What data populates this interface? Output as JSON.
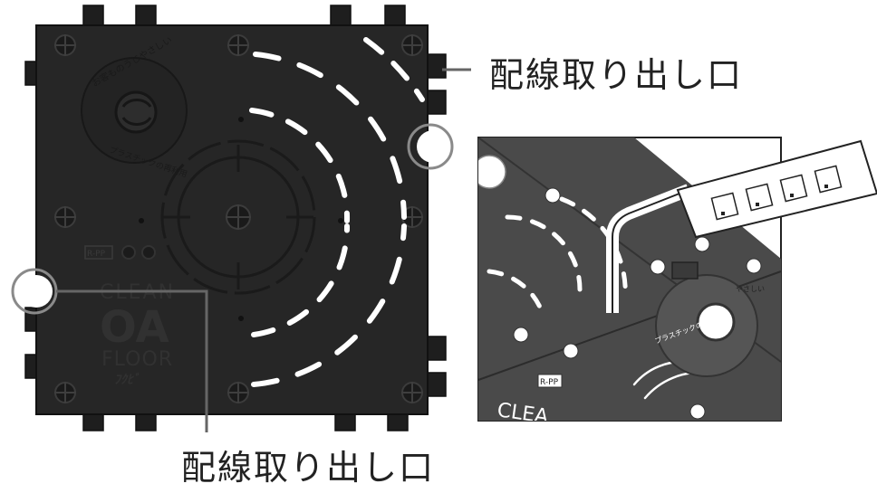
{
  "labels": {
    "right_callout": "配線取り出し口",
    "bottom_callout": "配線取り出し口"
  },
  "panel_marks": {
    "clean": "CLEAN",
    "oa": "OA",
    "floor": "FLOOR",
    "brand": "ﾌｸﾋﾞ",
    "material": "R-PP",
    "logo_arc": "お客ものうじやさしい",
    "logo_arc2": "プラスチックの再利用"
  },
  "detail_marks": {
    "material": "R-PP",
    "clean": "CLEA",
    "logo_arc": "プラスチックの再利用",
    "logo_top": "やさしい"
  },
  "colors": {
    "panel": "#262626",
    "panel_edge": "#111111",
    "slot": "#ffffff",
    "callout_line": "#8a8a8a",
    "detail_panel": "#4a4a4a"
  }
}
